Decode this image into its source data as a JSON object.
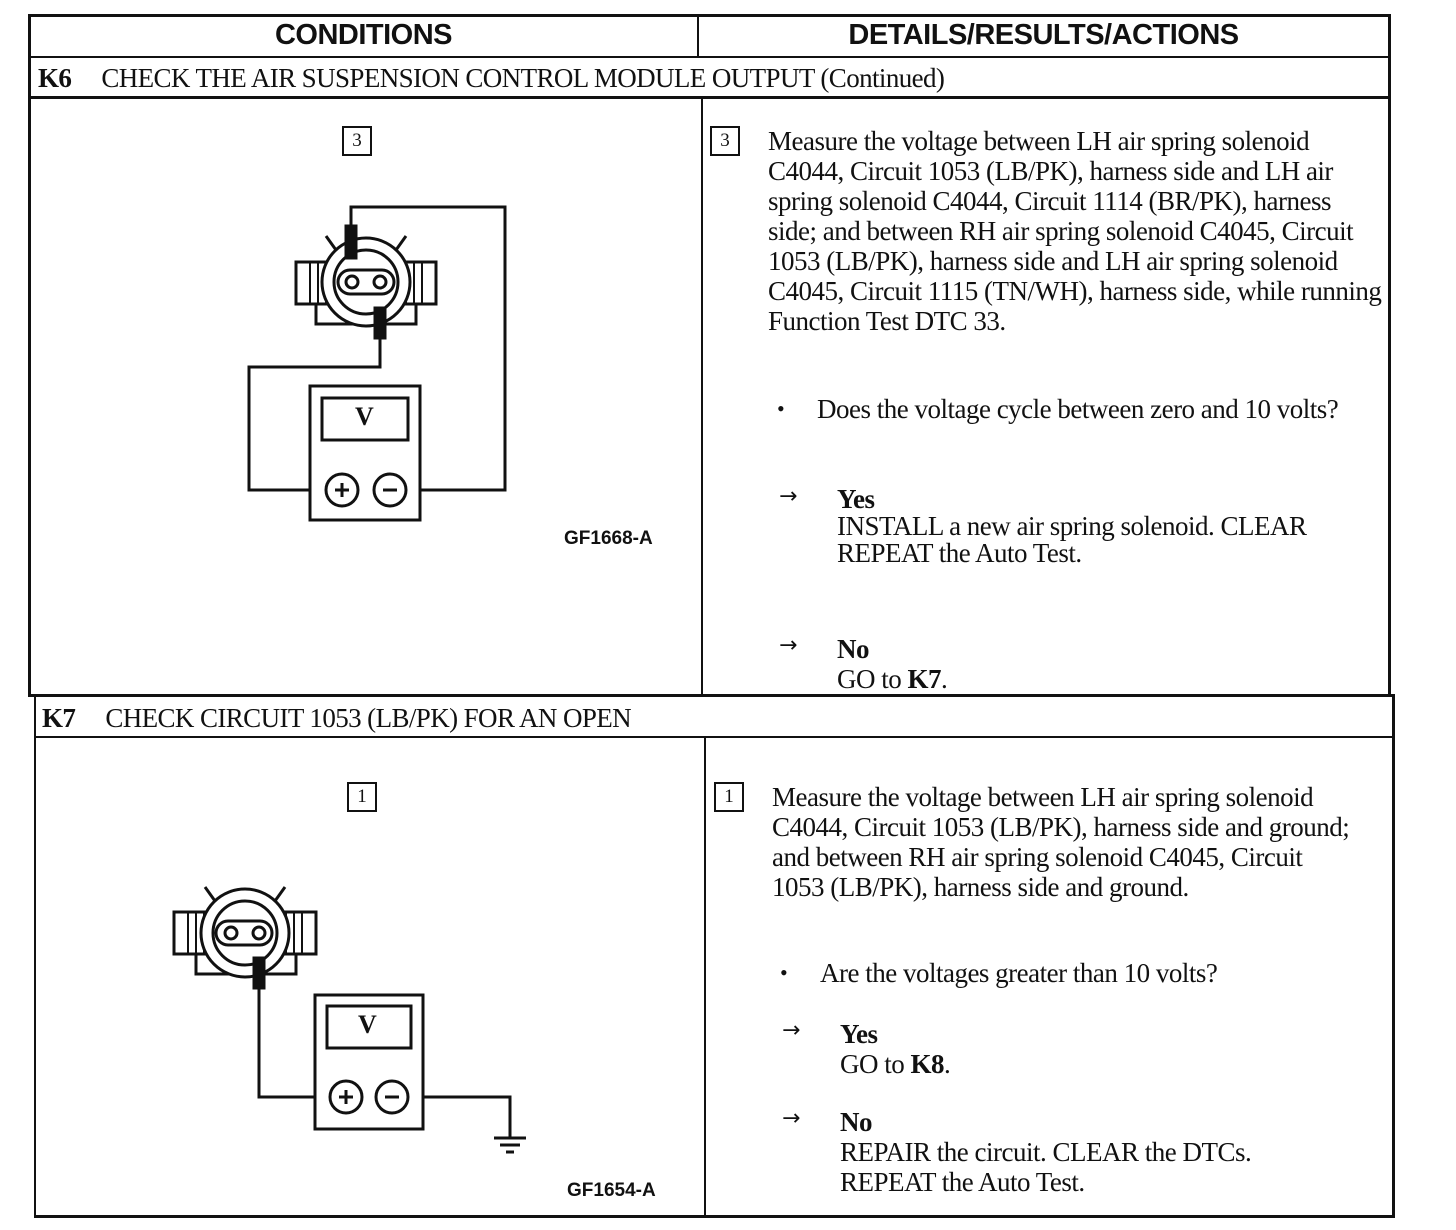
{
  "headers": {
    "conditions": "CONDITIONS",
    "details": "DETAILS/RESULTS/ACTIONS"
  },
  "k6": {
    "id": "K6",
    "title": "CHECK THE AIR SUSPENSION CONTROL MODULE OUTPUT (Continued)",
    "step": "3",
    "figure_code": "GF1668-A",
    "meter_label": "V",
    "instruction": "Measure the voltage between LH air spring solenoid C4044, Circuit 1053 (LB/PK), harness side and LH air spring solenoid C4044, Circuit 1114 (BR/PK), harness side; and between RH air spring solenoid C4045, Circuit 1053 (LB/PK), harness side and  LH air spring solenoid C4045, Circuit 1115 (TN/WH), harness side, while running Function Test DTC 33.",
    "question": "Does the voltage cycle between zero and 10 volts?",
    "yes_label": "Yes",
    "yes_line1": "INSTALL a new air spring solenoid. CLEAR",
    "yes_line2": "REPEAT the Auto Test.",
    "no_label": "No",
    "no_prefix": "GO to ",
    "no_target": "K7",
    "no_suffix": "."
  },
  "k7": {
    "id": "K7",
    "title": "CHECK CIRCUIT 1053 (LB/PK) FOR AN OPEN",
    "step": "1",
    "figure_code": "GF1654-A",
    "meter_label": "V",
    "instruction": "Measure the voltage between LH air spring solenoid C4044, Circuit 1053 (LB/PK), harness side and ground; and between RH air spring solenoid C4045, Circuit 1053 (LB/PK), harness side and ground.",
    "question": "Are the voltages greater than 10 volts?",
    "yes_label": "Yes",
    "yes_prefix": "GO to ",
    "yes_target": "K8",
    "yes_suffix": ".",
    "no_label": "No",
    "no_line1": "REPAIR the circuit. CLEAR the DTCs.",
    "no_line2": "REPEAT the Auto Test."
  }
}
